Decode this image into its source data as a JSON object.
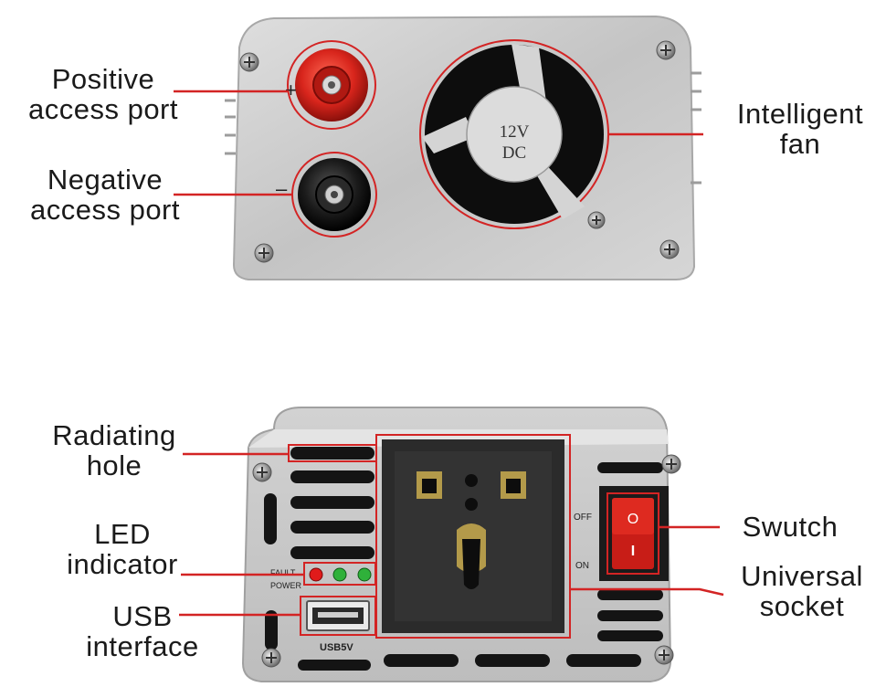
{
  "labels": {
    "positive_line1": "Positive",
    "positive_line2": "access  port",
    "negative_line1": "Negative",
    "negative_line2": "access  port",
    "fan_line1": "Intelligent",
    "fan_line2": "fan",
    "radiating_line1": "Radiating",
    "radiating_line2": "hole",
    "led_line1": "LED",
    "led_line2": "indicator",
    "usb_line1": "USB",
    "usb_line2": "interface",
    "switch": "Swutch",
    "socket_line1": "Universal",
    "socket_line2": "socket"
  },
  "device_markings": {
    "fan_voltage": "12V",
    "fan_type": "DC",
    "plus_mark": "+",
    "minus_mark": "–",
    "fault": "FAULT",
    "power": "POWER",
    "usb_port": "USB5V",
    "switch_off": "OFF",
    "switch_on": "ON",
    "switch_o": "O",
    "switch_i": "I"
  },
  "colors": {
    "callout": "#d32424",
    "housing": "#c9c9c9",
    "terminal_positive": "#d8251c",
    "terminal_negative": "#1b1b1b",
    "led_fault": "#e01b1b",
    "led_power": "#2fb13a"
  }
}
